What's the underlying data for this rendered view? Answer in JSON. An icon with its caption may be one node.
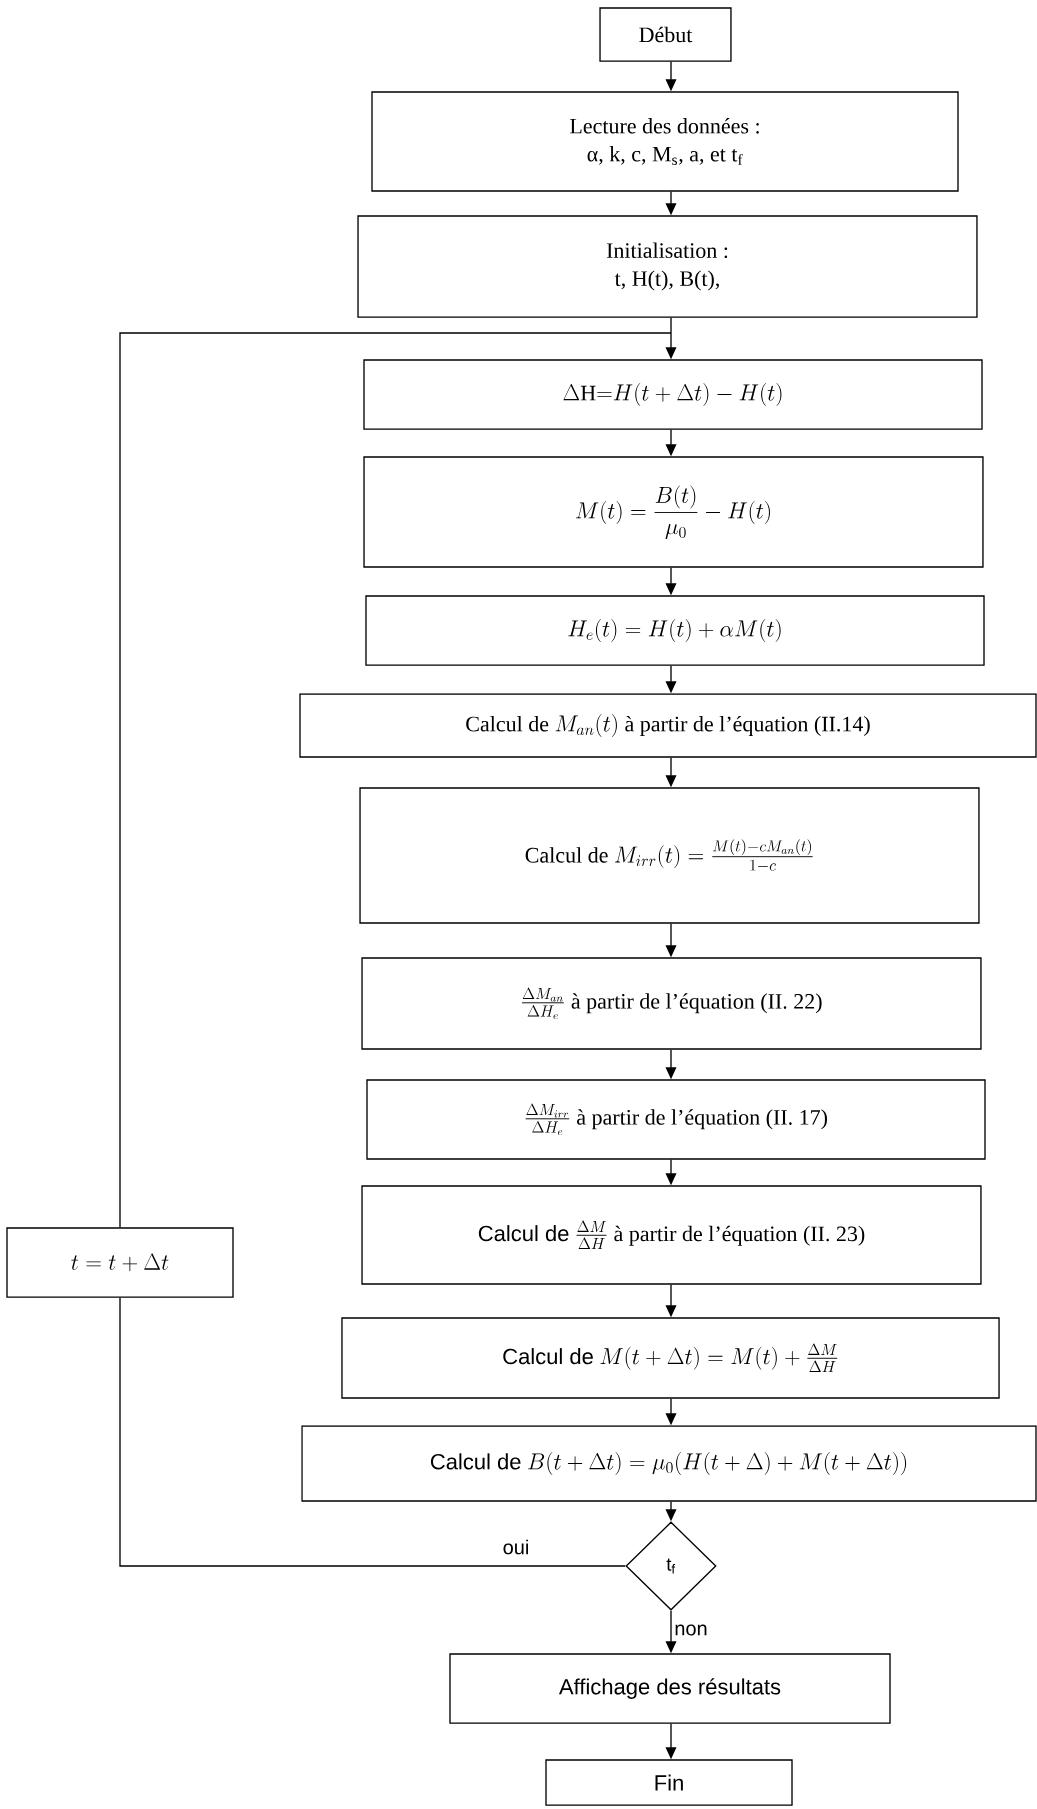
{
  "diagram": {
    "nodes": [
      {
        "text": [
          "Début"
        ]
      },
      {
        "text": [
          "Lecture des données :",
          "α, k, c, M$_{s}$, a, et t$_{f}$"
        ]
      },
      {
        "text": [
          "Initialisation :",
          "t, H(t), B(t),"
        ]
      },
      {
        "text": [
          "\\Delta\\mathrm{H}{=}H(t+\\Delta t)-H(t)"
        ]
      },
      {
        "text": [
          "M(t)=\\frac{B(t)}{\\mu_0}-H(t)"
        ]
      },
      {
        "text": [
          "H_e(t)=H(t)+\\alpha M(t)"
        ]
      },
      {
        "text": [
          "Calcul de",
          "M_{an}(t)",
          "à partir de l’équation (II.14)"
        ]
      },
      {
        "text": [
          "Calcul de",
          "M_{irr}(t)=\\frac{M(t)-cM_{an}(t)}{1-c}"
        ]
      },
      {
        "text": [
          "\\frac{\\Delta M_{an}}{\\Delta H_e}",
          "à partir de l’équation (II. 22)"
        ]
      },
      {
        "text": [
          "\\frac{\\Delta M_{irr}}{\\Delta H_e}",
          "à partir de l’équation (II. 17)"
        ]
      },
      {
        "text": [
          "Calcul de",
          "\\frac{\\Delta M}{\\Delta H}",
          "à partir de l’équation (II. 23)"
        ]
      },
      {
        "text": [
          "Calcul de",
          "M(t+\\Delta t)=M(t)+\\frac{\\Delta M}{\\Delta H}"
        ]
      },
      {
        "text": [
          "Calcul de",
          "B(t+\\Delta t)=\\mu_0(H(t+\\Delta)+M(t+\\Delta t))"
        ]
      },
      {
        "text": [
          "t$_{f}$"
        ]
      },
      {
        "text": [
          "Affichage des résultats"
        ]
      },
      {
        "text": [
          "Fin"
        ]
      },
      {
        "text": [
          "t=t+\\Delta t"
        ]
      }
    ],
    "edges": [
      {
        "from": 0,
        "to": 1,
        "arrow": "to"
      },
      {
        "from": 1,
        "to": 2,
        "arrow": "to"
      },
      {
        "from": 2,
        "to": 3,
        "arrow": "to"
      },
      {
        "from": 3,
        "to": 4,
        "arrow": "to"
      },
      {
        "from": 4,
        "to": 5,
        "arrow": "to"
      },
      {
        "from": 5,
        "to": 6,
        "arrow": "to"
      },
      {
        "from": 6,
        "to": 7,
        "arrow": "to"
      },
      {
        "from": 7,
        "to": 8,
        "arrow": "to"
      },
      {
        "from": 8,
        "to": 9,
        "arrow": "to"
      },
      {
        "from": 9,
        "to": 10,
        "arrow": "to"
      },
      {
        "from": 10,
        "to": 11,
        "arrow": "to"
      },
      {
        "from": 11,
        "to": 12,
        "arrow": "to"
      },
      {
        "from": 12,
        "to": 13,
        "arrow": "to"
      },
      {
        "from": 13,
        "to": 14,
        "arrow": "to",
        "label": "non"
      },
      {
        "from": 13,
        "to": 16,
        "arrow": "none",
        "label": "oui"
      },
      {
        "from": 16,
        "to": 3,
        "arrow": "to"
      },
      {
        "from": 14,
        "to": 15,
        "arrow": "to"
      }
    ]
  }
}
